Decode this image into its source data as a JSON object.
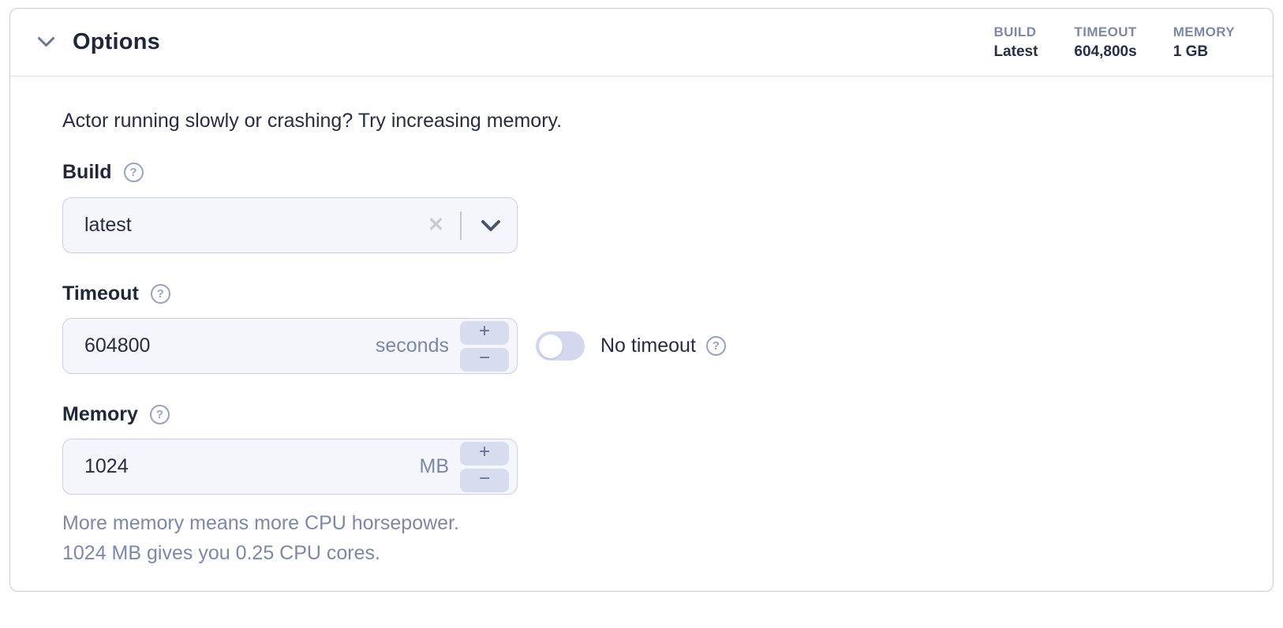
{
  "panel": {
    "header": {
      "title": "Options",
      "stats": [
        {
          "label": "BUILD",
          "value": "Latest"
        },
        {
          "label": "TIMEOUT",
          "value": "604,800s"
        },
        {
          "label": "MEMORY",
          "value": "1 GB"
        }
      ]
    },
    "body": {
      "intro": "Actor running slowly or crashing? Try increasing memory."
    }
  },
  "fields": {
    "build": {
      "label": "Build",
      "value": "latest"
    },
    "timeout": {
      "label": "Timeout",
      "value": "604800",
      "unit": "seconds",
      "no_timeout_label": "No timeout",
      "no_timeout_state": "off"
    },
    "memory": {
      "label": "Memory",
      "value": "1024",
      "unit": "MB",
      "help_line1": "More memory means more CPU horsepower.",
      "help_line2": "1024 MB gives you 0.25 CPU cores."
    }
  },
  "controls": {
    "increment": "+",
    "decrement": "−"
  },
  "icons": {
    "collapse": "chevron-down",
    "dropdown": "chevron-down",
    "help_glyph": "?",
    "clear_glyph": "✕"
  },
  "colors": {
    "panel_border": "#c8cde3",
    "header_divider": "#dde1ee",
    "dark_text": "#1f2739",
    "muted_text": "#7d88a6",
    "input_background": "#f5f6fb",
    "input_border": "#c9cfe6",
    "stepper_background": "#d8dcef",
    "toggle_track": "#d3d8ee"
  }
}
